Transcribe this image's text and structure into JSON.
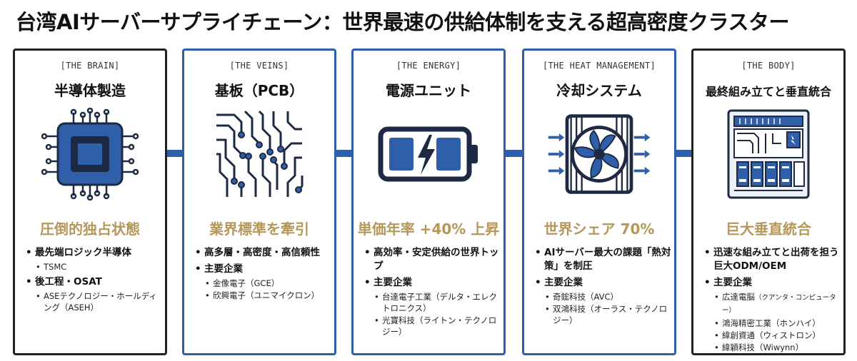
{
  "title": "台湾AIサーバーサプライチェーン：世界最速の供給体制を支える超高密度クラスター",
  "colors": {
    "accent": "#2f5fa8",
    "gold": "#b5975a",
    "dark_border": "#222222"
  },
  "cards": [
    {
      "tag": "[THE BRAIN]",
      "heading": "半導体製造",
      "icon": "chip-icon",
      "headline": "圧倒的独占状態",
      "items": [
        {
          "text": "最先端ロジック半導体",
          "subs": [
            "TSMC"
          ]
        },
        {
          "text": "後工程・OSAT",
          "subs": [
            "ASEテクノロジー・ホールディング（ASEH）"
          ]
        }
      ]
    },
    {
      "tag": "[THE VEINS]",
      "heading": "基板（PCB）",
      "icon": "circuit-board-icon",
      "headline": "業界標準を牽引",
      "items": [
        {
          "text": "高多層・高密度・高信頼性",
          "subs": []
        },
        {
          "text": "主要企業",
          "subs": [
            "金像電子（GCE）",
            "欣興電子（ユニマイクロン）"
          ]
        }
      ]
    },
    {
      "tag": "[THE ENERGY]",
      "heading": "電源ユニット",
      "icon": "battery-icon",
      "headline": "単価年率 +40% 上昇",
      "items": [
        {
          "text": "高効率・安定供給の世界トップ",
          "subs": []
        },
        {
          "text": "主要企業",
          "subs": [
            "台達電子工業（デルタ・エレクトロニクス）",
            "光寶科技（ライトン・テクノロジー）"
          ]
        }
      ]
    },
    {
      "tag": "[THE HEAT MANAGEMENT]",
      "heading": "冷却システム",
      "icon": "cooling-fan-icon",
      "headline": "世界シェア 70%",
      "items": [
        {
          "text": "AIサーバー最大の課題「熱対策」を制圧",
          "subs": []
        },
        {
          "text": "主要企業",
          "subs": [
            "奇鋐科技（AVC）",
            "双鴻科技（オーラス・テクノロジー）"
          ]
        }
      ]
    },
    {
      "tag": "[THE BODY]",
      "heading": "最終組み立てと垂直統合",
      "icon": "server-rack-icon",
      "headline": "巨大垂直統合",
      "items": [
        {
          "text": "迅速な組み立てと出荷を担う巨大ODM/OEM",
          "subs": []
        },
        {
          "text": "主要企業",
          "subs": [
            "広達電脳",
            "鴻海精密工業（ホンハイ）",
            "緯創資通（ウィストロン）",
            "緯穎科技（Wiwynn）"
          ]
        }
      ],
      "sub_notes": [
        "（クアンタ・コンピューター）"
      ]
    }
  ]
}
